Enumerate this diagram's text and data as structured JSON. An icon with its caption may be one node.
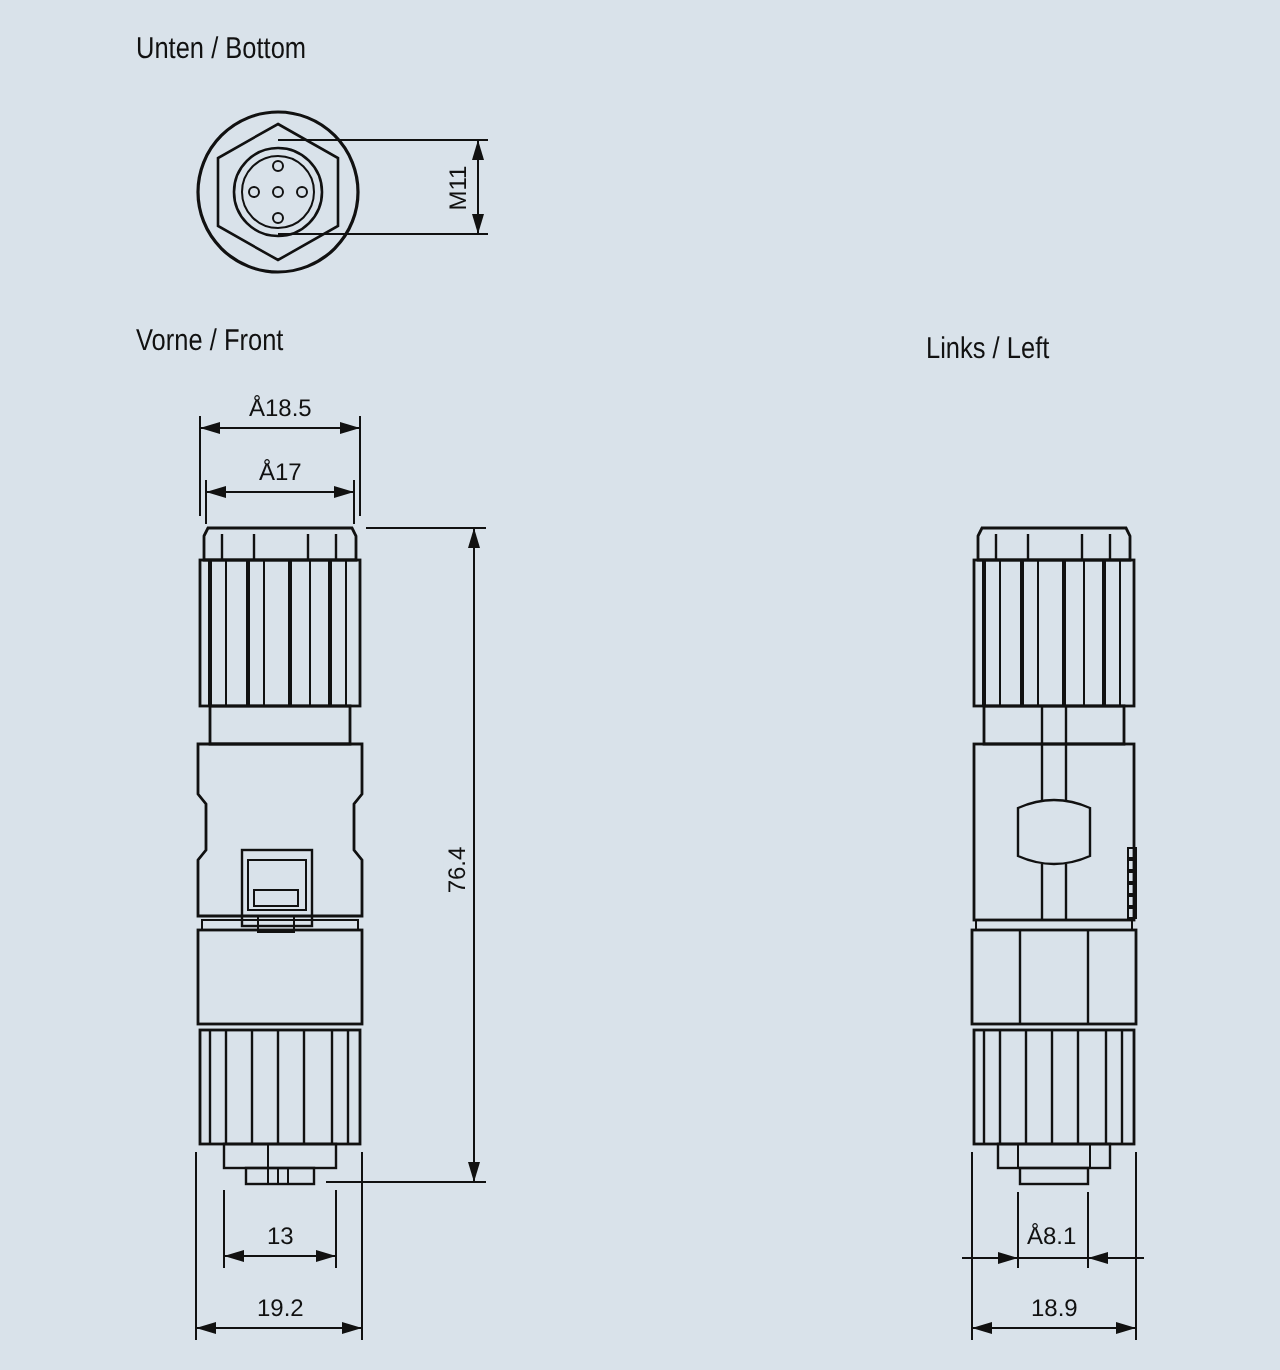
{
  "diagram": {
    "labels": [
      "Unten / Bottom",
      "M11",
      "Vorne / Front",
      "Å18.5",
      "Å17",
      "76.4",
      "13",
      "19.2",
      "Links / Left",
      "Å8.1",
      "18.9"
    ]
  }
}
